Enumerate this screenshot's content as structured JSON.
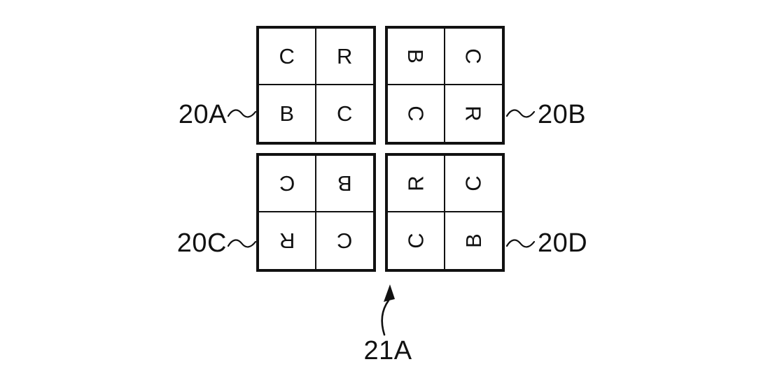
{
  "colors": {
    "line": "#111111",
    "background": "#ffffff"
  },
  "grids": [
    {
      "label": "20A",
      "rotation_deg": 0,
      "cells": [
        "C",
        "R",
        "B",
        "C"
      ]
    },
    {
      "label": "20B",
      "rotation_deg": 90,
      "cells": [
        "B",
        "C",
        "C",
        "R"
      ]
    },
    {
      "label": "20C",
      "rotation_deg": 180,
      "cells": [
        "C",
        "B",
        "R",
        "C"
      ]
    },
    {
      "label": "20D",
      "rotation_deg": 270,
      "cells": [
        "R",
        "C",
        "C",
        "B"
      ]
    }
  ],
  "annotation": {
    "label": "21A"
  }
}
